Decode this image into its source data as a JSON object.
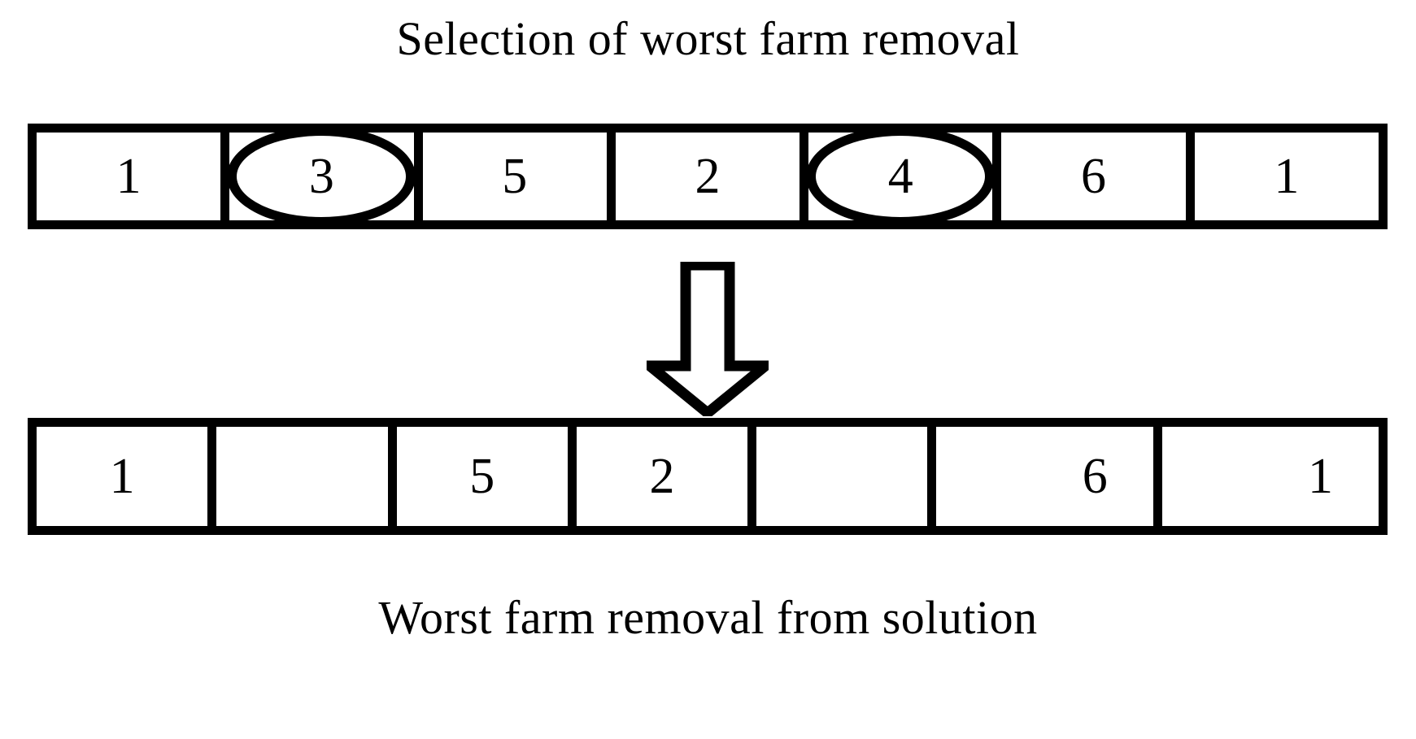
{
  "figure": {
    "title_top": "Selection of worst farm removal",
    "title_bottom": "Worst farm removal from solution",
    "arrow": {
      "name": "down-block-arrow",
      "direction": "down",
      "style": "hollow-outline"
    },
    "colors": {
      "stroke": "#000000",
      "fill": "#FFFFFF",
      "text": "#000000"
    }
  },
  "rows": {
    "before": {
      "label": "Selection of worst farm removal",
      "cells": [
        {
          "value": "1",
          "selected": false
        },
        {
          "value": "3",
          "selected": true
        },
        {
          "value": "5",
          "selected": false
        },
        {
          "value": "2",
          "selected": false
        },
        {
          "value": "4",
          "selected": true
        },
        {
          "value": "6",
          "selected": false
        },
        {
          "value": "1",
          "selected": false
        }
      ]
    },
    "after": {
      "label": "Worst farm removal from solution",
      "cells": [
        {
          "value": "1",
          "removed": false
        },
        {
          "value": "",
          "removed": true
        },
        {
          "value": "5",
          "removed": false
        },
        {
          "value": "2",
          "removed": false
        },
        {
          "value": "",
          "removed": true
        },
        {
          "value": "6",
          "removed": false
        },
        {
          "value": "1",
          "removed": false
        }
      ]
    }
  }
}
